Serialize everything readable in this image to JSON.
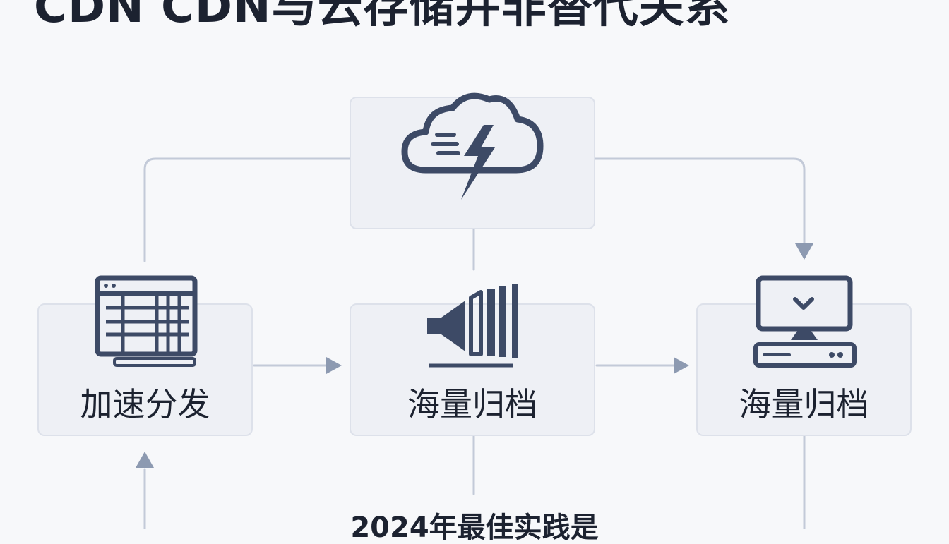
{
  "title": "CDN CDN与云存储并非替代关系",
  "nodes": {
    "cdn": {
      "icon": "cloud-lightning-icon"
    },
    "left": {
      "label": "加速分发",
      "icon": "spreadsheet-icon"
    },
    "middle": {
      "label": "海量归档",
      "icon": "speaker-bars-icon"
    },
    "right": {
      "label": "海量归档",
      "icon": "desktop-computer-icon"
    }
  },
  "footer": "2024年最佳实践是",
  "colors": {
    "card_bg": "#eef0f5",
    "card_border": "#dde1ea",
    "line": "#c3cad8",
    "arrow": "#8d9ab1",
    "icon_stroke": "#3d4a66",
    "text": "#1c2230"
  }
}
